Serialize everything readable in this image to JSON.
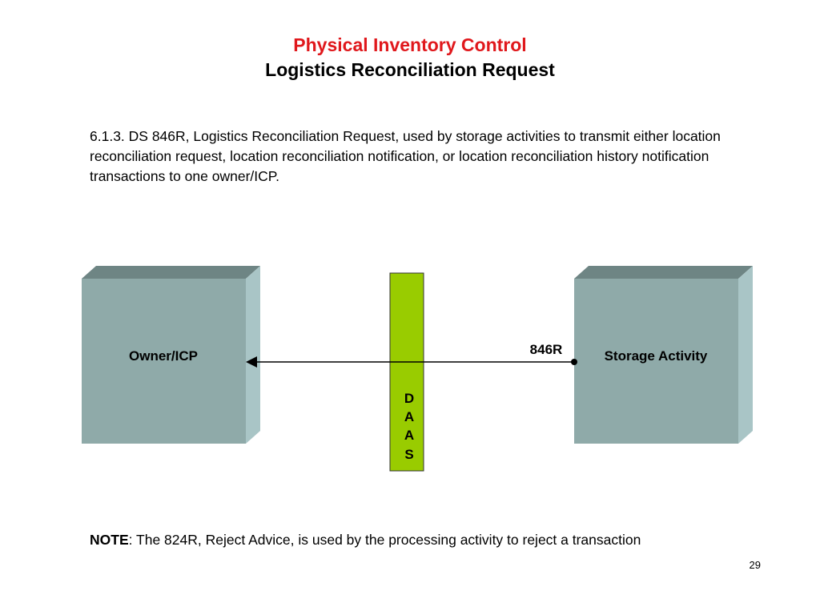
{
  "slide": {
    "title_line1": "Physical Inventory Control",
    "title_line2": "Logistics Reconciliation Request",
    "body": "6.1.3. DS 846R, Logistics Reconciliation Request, used by storage activities to transmit either location reconciliation request, location reconciliation notification, or location reconciliation history notification transactions to one owner/ICP.",
    "note_label": "NOTE",
    "note_text": ": The 824R, Reject Advice, is used by the processing activity to reject a transaction",
    "page_number": "29"
  },
  "diagram": {
    "left_box_label": "Owner/ICP",
    "right_box_label": "Storage Activity",
    "center_bar_letters": [
      "D",
      "A",
      "A",
      "S"
    ],
    "arrow_label": "846R",
    "colors": {
      "box_front": "#8faaa9",
      "box_top": "#6e8584",
      "box_side": "#a9c5c6",
      "daas_bar": "#99cc00",
      "title_red": "#e0181c"
    }
  }
}
